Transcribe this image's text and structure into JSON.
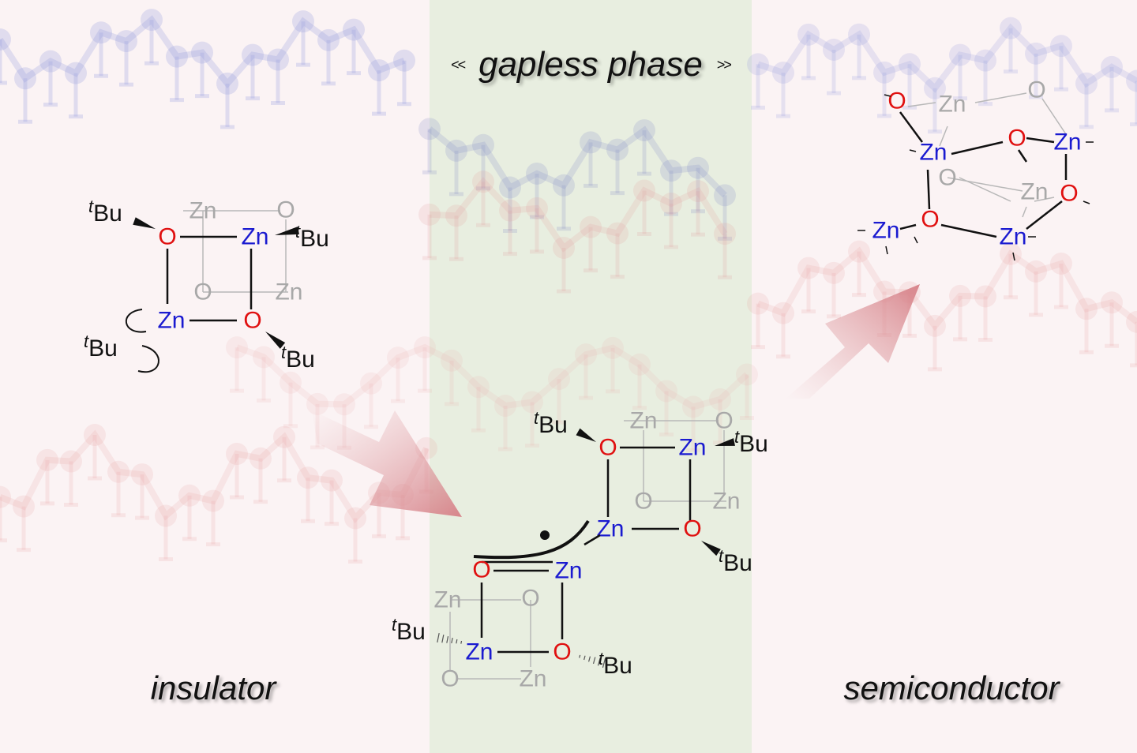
{
  "title": "gapless phase",
  "title_left_mark": "<<",
  "title_right_mark": ">>",
  "captions": {
    "left": "insulator",
    "right": "semiconductor"
  },
  "atoms": {
    "zinc": "Zn",
    "oxygen": "O",
    "tert_prefix": "t",
    "butyl": "Bu"
  },
  "colors": {
    "zinc": "#1a1ad0",
    "oxygen": "#e01010",
    "faded": "#a8a8a8",
    "band": "#e9efe0",
    "arrow": "#d98b8f"
  }
}
